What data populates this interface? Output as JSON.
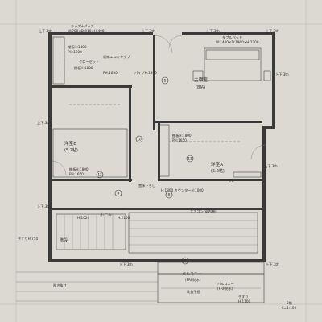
{
  "rooms": {
    "master": {
      "name": "主寝室",
      "size": "(8帖)",
      "bed": "ダブルベッド",
      "bed_dim": "W:1400×D:1960×H:2200"
    },
    "room_b": {
      "name": "洋室B",
      "size": "(5.2帖)"
    },
    "room_a": {
      "name": "洋室A",
      "size": "(5.2帖)"
    },
    "hall": {
      "name": "ホール"
    },
    "stair": {
      "name": "階段"
    },
    "balcony": {
      "name": "バルコニー",
      "sub": "(FRP防水)"
    }
  },
  "labels": {
    "top_left_box": "キッズ+グッズ",
    "top_left_dim": "W:700×D:910×H:490",
    "shelf_top": "棚板H:1800",
    "pipe_top": "PH:1600",
    "closet": "クローゼット",
    "loft_cap": "収納エコキャップ",
    "pipe_mid": "パイプH:1800",
    "shelf_mid": "棚板H:1800",
    "pipe_low": "PH:1650",
    "pipe_b": "PH:1650",
    "shelf_b": "棚板H:1800",
    "closet_a_shelf": "棚板H:1800",
    "closet_a_pipe": "PH:1650",
    "tv": "T.V.",
    "stair_dim": "H:1024",
    "hall_dim": "H:2100",
    "counter_dim": "H:1800 カウンターH:1000",
    "fixed_table": "置床下ろし",
    "air_sub": "エアコン(室内機)",
    "upper_left": "手すりH:750",
    "bottom_left": "吹き抜け",
    "bottom_label": "吹抜手摺",
    "bottom_right": "手すり",
    "bottom_dim": "H:1100",
    "bottom_floor": "2階",
    "bottom_scale": "S=1:100",
    "bottom_mid": "バルコニー",
    "bottom_mid2": "(FRP防水)"
  },
  "markers": {
    "m5a": "5",
    "m5b": "5",
    "m10": "10",
    "m11": "11",
    "m12": "12",
    "m8": "8",
    "m9": "9"
  },
  "ceiling_tags": [
    "上下.3th",
    "上下.3th",
    "上下.3th",
    "上下.3th",
    "上下.3th",
    "上下.3th",
    "上下.3th",
    "上下.3th",
    "上下.3th",
    "上下.3th"
  ]
}
